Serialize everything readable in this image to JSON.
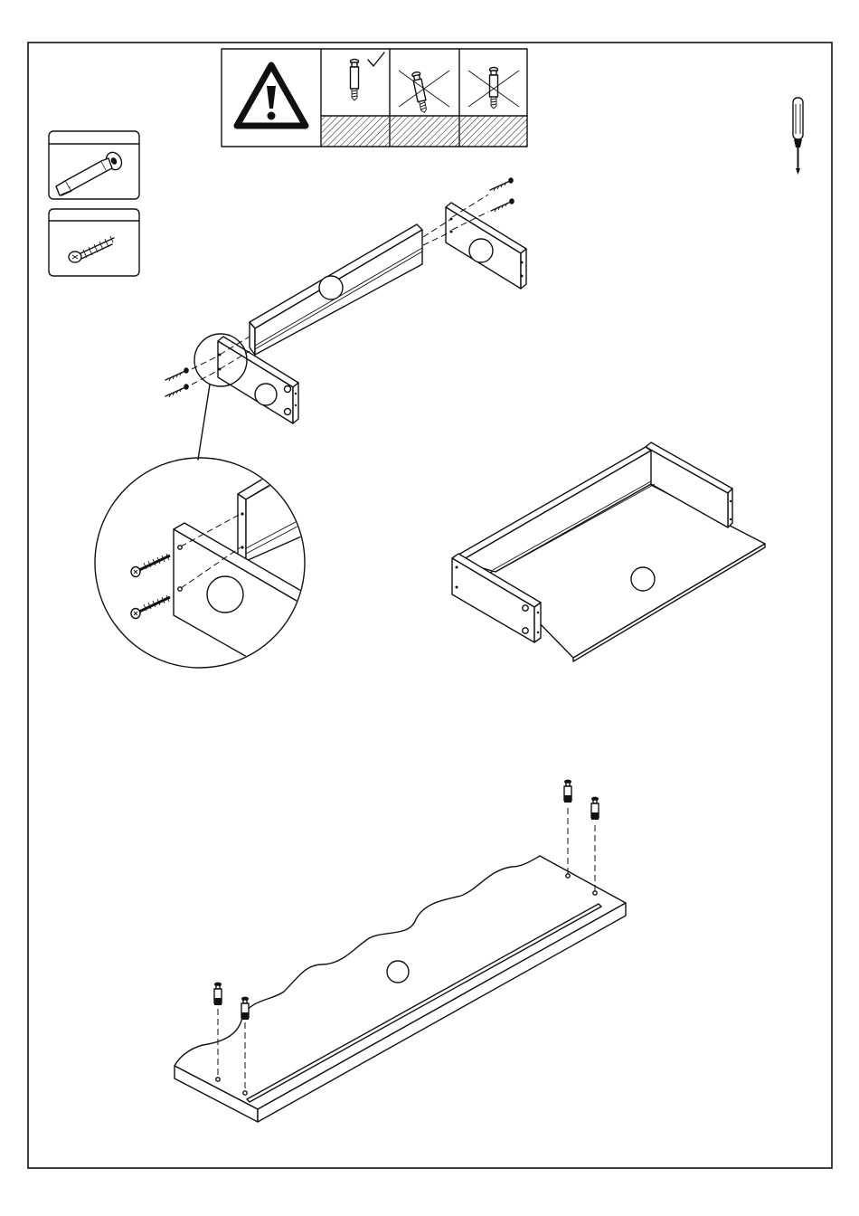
{
  "page": {
    "frame_color": "#111111",
    "background": "#ffffff"
  },
  "warning_panel": {
    "icon": "warning-triangle-icon",
    "cells": [
      {
        "icon": "cam-dowel-correct-icon",
        "mark": "check"
      },
      {
        "icon": "cam-dowel-tilted-wrong-icon",
        "mark": "cross"
      },
      {
        "icon": "cam-dowel-loose-wrong-icon",
        "mark": "cross"
      }
    ]
  },
  "hardware": {
    "items": [
      {
        "icon": "cam-dowel-icon",
        "label": ""
      },
      {
        "icon": "wood-screw-icon",
        "label": ""
      }
    ]
  },
  "tools": {
    "icon": "phillips-screwdriver-icon"
  },
  "steps": [
    {
      "name": "frame-assembly",
      "part_badge": ""
    },
    {
      "name": "detail-view",
      "part_badge": ""
    },
    {
      "name": "assembled-box",
      "part_badge": ""
    },
    {
      "name": "base-panel-dowels",
      "part_badge": ""
    }
  ]
}
